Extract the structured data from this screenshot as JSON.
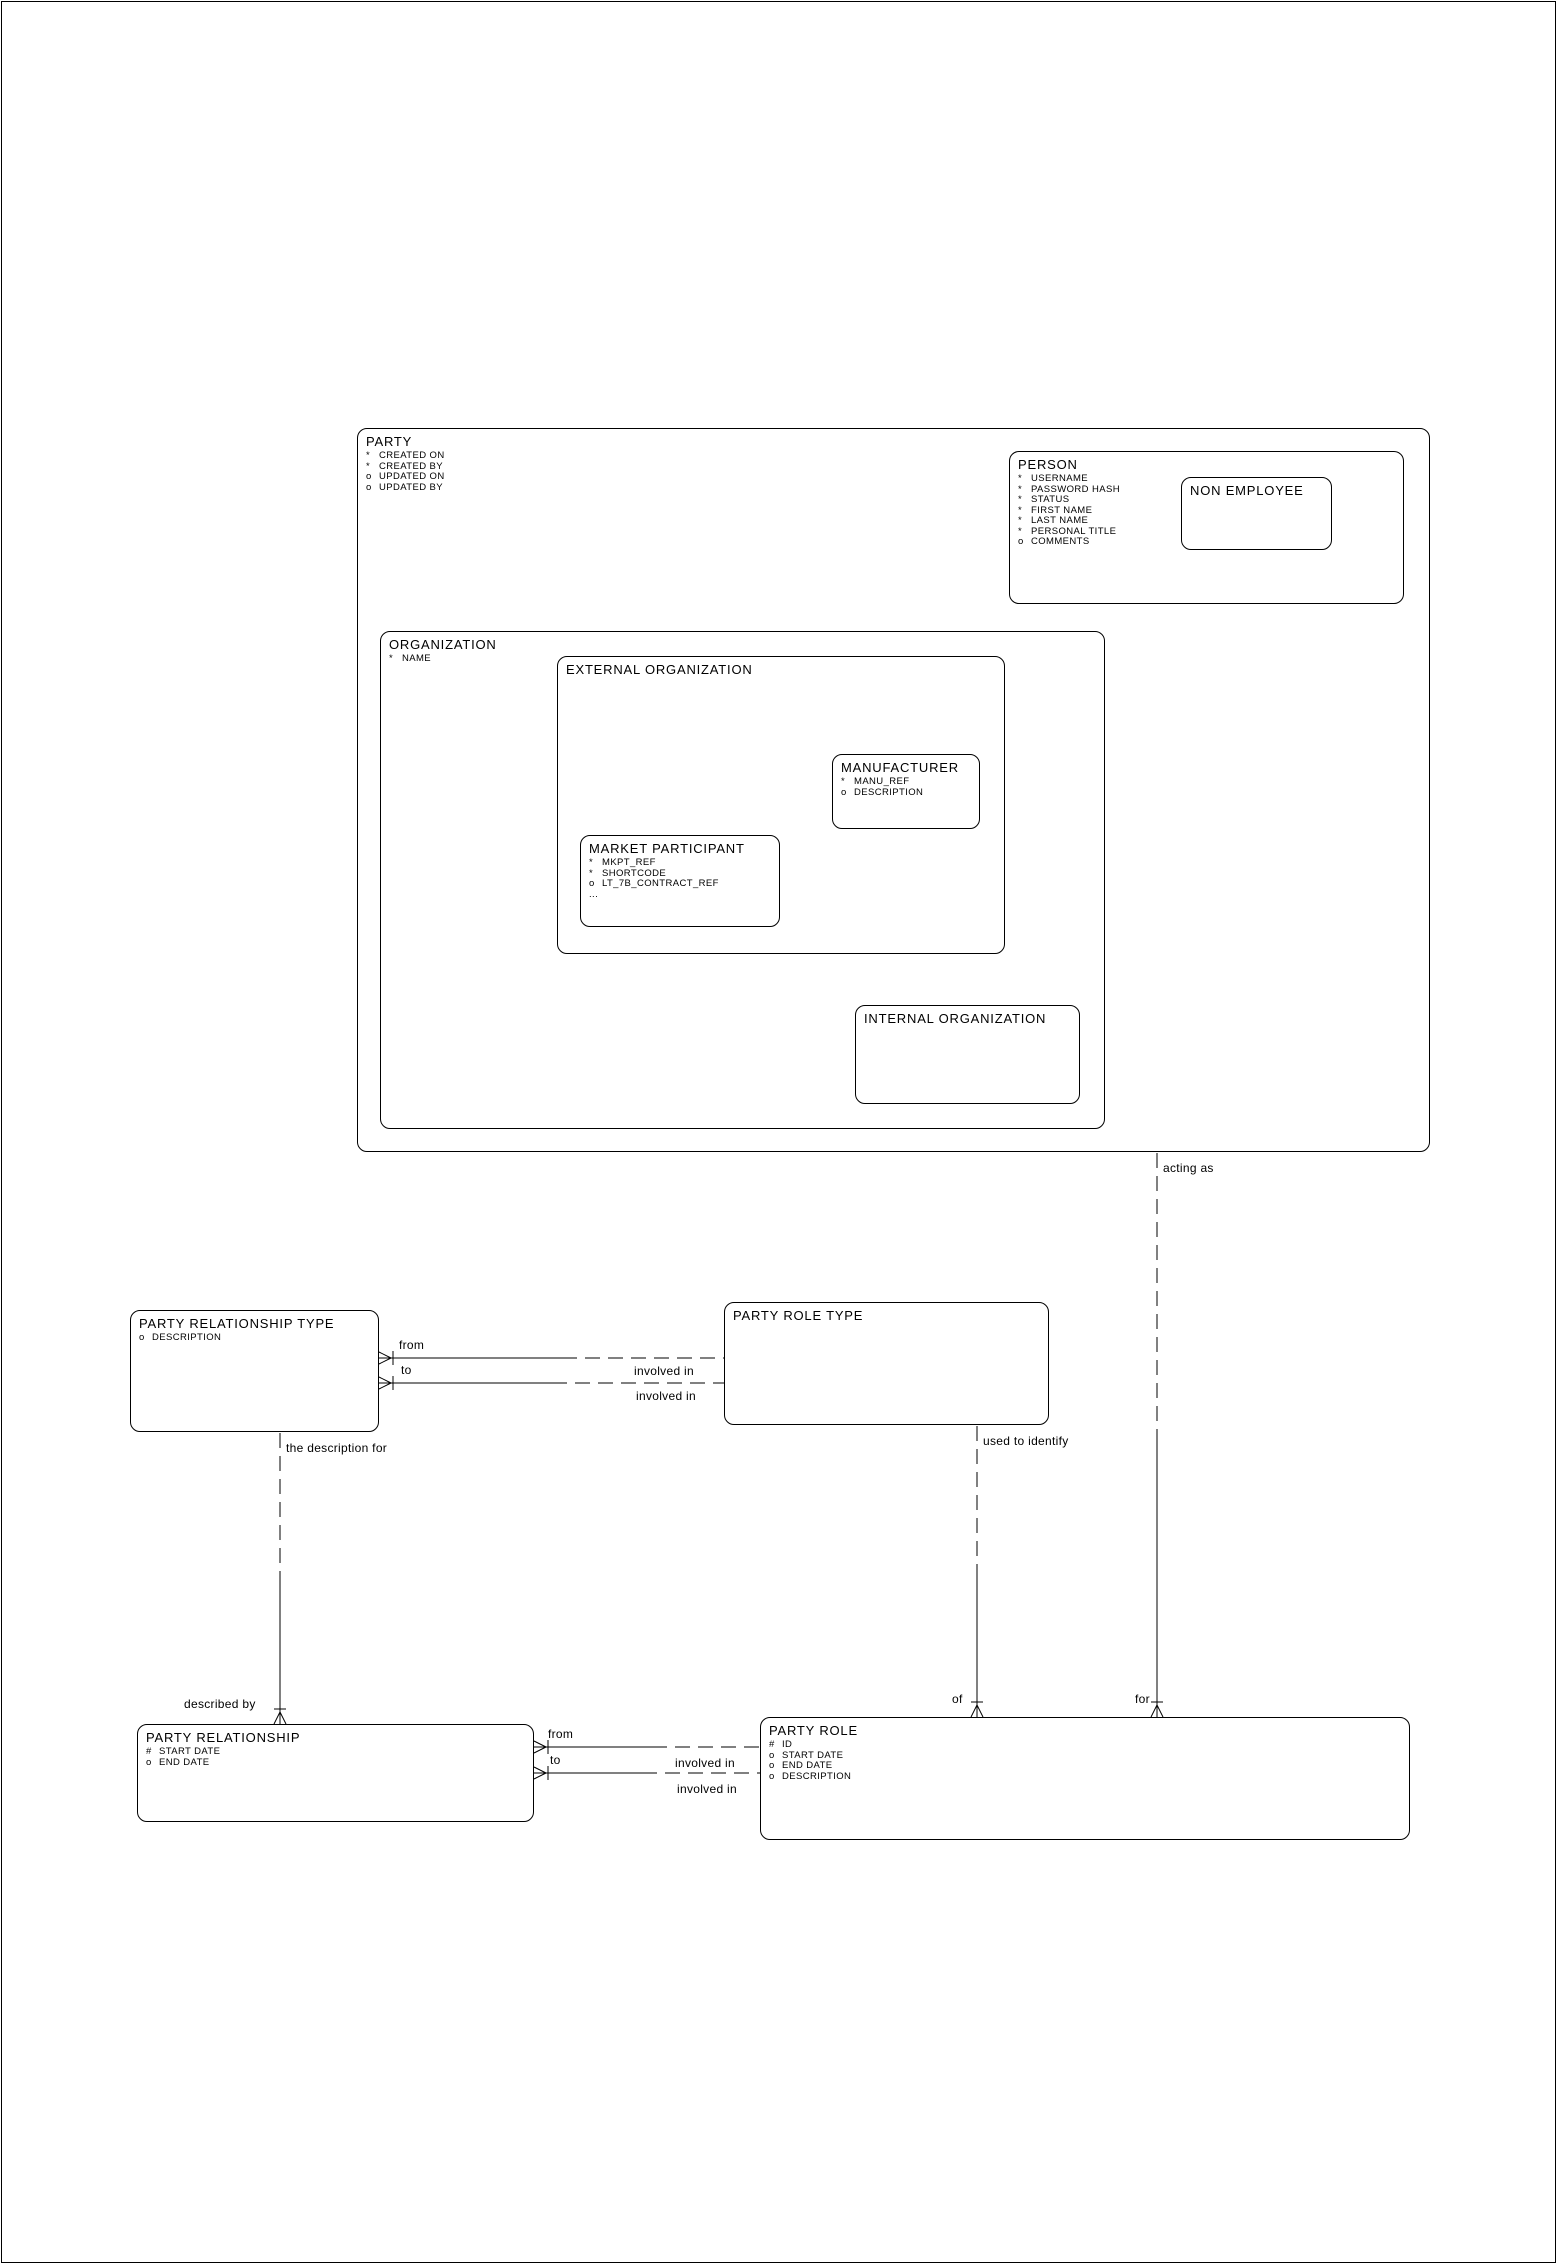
{
  "entities": {
    "party": {
      "title": "PARTY",
      "attrs": [
        {
          "m": "*",
          "n": "CREATED ON"
        },
        {
          "m": "*",
          "n": "CREATED BY"
        },
        {
          "m": "o",
          "n": "UPDATED ON"
        },
        {
          "m": "o",
          "n": "UPDATED BY"
        }
      ]
    },
    "person": {
      "title": "PERSON",
      "attrs": [
        {
          "m": "*",
          "n": "USERNAME"
        },
        {
          "m": "*",
          "n": "PASSWORD HASH"
        },
        {
          "m": "*",
          "n": "STATUS"
        },
        {
          "m": "*",
          "n": "FIRST NAME"
        },
        {
          "m": "*",
          "n": "LAST NAME"
        },
        {
          "m": "*",
          "n": "PERSONAL TITLE"
        },
        {
          "m": "o",
          "n": "COMMENTS"
        }
      ]
    },
    "non_employee": {
      "title": "NON EMPLOYEE"
    },
    "organization": {
      "title": "ORGANIZATION",
      "attrs": [
        {
          "m": "*",
          "n": "NAME"
        }
      ]
    },
    "external_organization": {
      "title": "EXTERNAL ORGANIZATION"
    },
    "manufacturer": {
      "title": "MANUFACTURER",
      "attrs": [
        {
          "m": "*",
          "n": "MANU_REF"
        },
        {
          "m": "o",
          "n": "DESCRIPTION"
        }
      ]
    },
    "market_participant": {
      "title": "MARKET PARTICIPANT",
      "attrs": [
        {
          "m": "*",
          "n": "MKPT_REF"
        },
        {
          "m": "*",
          "n": "SHORTCODE"
        },
        {
          "m": "o",
          "n": "LT_7B_CONTRACT_REF"
        },
        {
          "m": "...",
          "n": ""
        }
      ]
    },
    "internal_organization": {
      "title": "INTERNAL ORGANIZATION"
    },
    "party_relationship_type": {
      "title": "PARTY RELATIONSHIP TYPE",
      "attrs": [
        {
          "m": "o",
          "n": "DESCRIPTION"
        }
      ]
    },
    "party_role_type": {
      "title": "PARTY ROLE TYPE"
    },
    "party_relationship": {
      "title": "PARTY RELATIONSHIP",
      "attrs": [
        {
          "m": "#",
          "n": "START DATE"
        },
        {
          "m": "o",
          "n": "END DATE"
        }
      ]
    },
    "party_role": {
      "title": "PARTY ROLE",
      "attrs": [
        {
          "m": "#",
          "n": "ID"
        },
        {
          "m": "o",
          "n": "START DATE"
        },
        {
          "m": "o",
          "n": "END DATE"
        },
        {
          "m": "o",
          "n": "DESCRIPTION"
        }
      ]
    }
  },
  "relationship_labels": {
    "acting_as": "acting as",
    "used_to_identify": "used to identify",
    "the_description_for": "the description for",
    "described_by": "described by",
    "of": "of",
    "for": "for",
    "from_type": "from",
    "to_type": "to",
    "involved_in_type_1": "involved in",
    "involved_in_type_2": "involved in",
    "from_rel": "from",
    "to_rel": "to",
    "involved_in_rel_1": "involved in",
    "involved_in_rel_2": "involved in"
  }
}
